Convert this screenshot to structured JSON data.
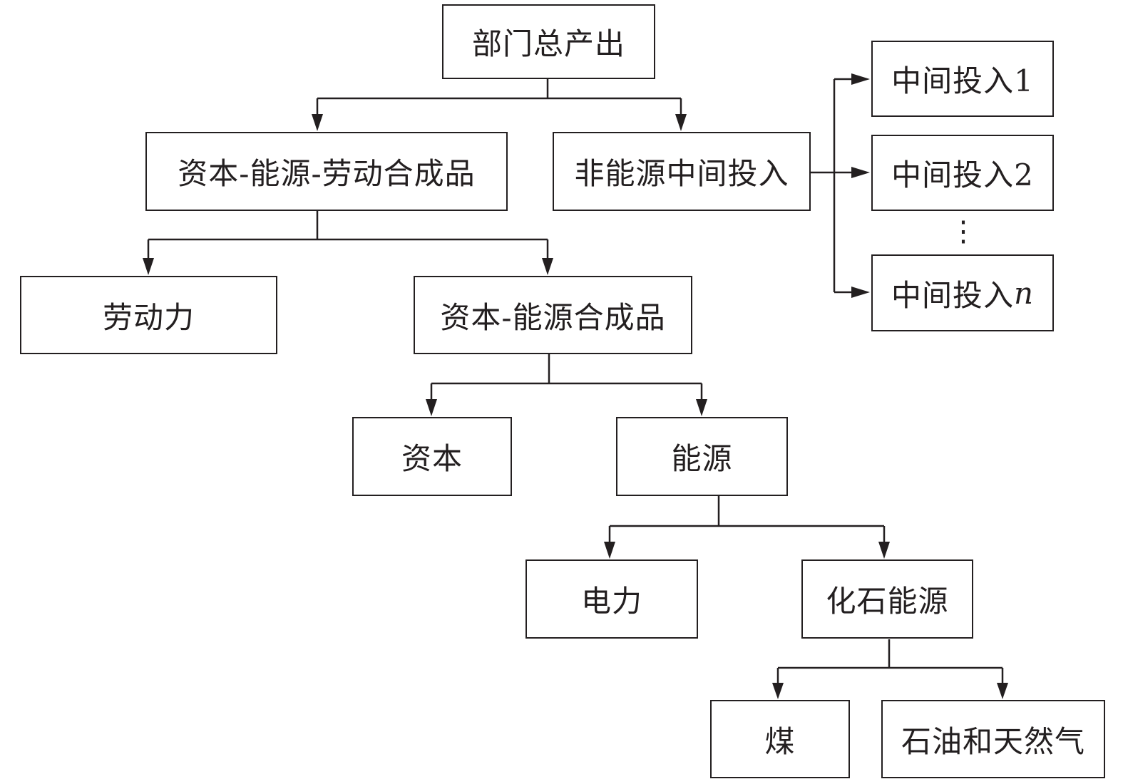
{
  "nodes": {
    "total_output": "部门总产出",
    "kel_composite": "资本-能源-劳动合成品",
    "non_energy_intermediate": "非能源中间投入",
    "labor": "劳动力",
    "ke_composite": "资本-能源合成品",
    "capital": "资本",
    "energy": "能源",
    "electricity": "电力",
    "fossil_energy": "化石能源",
    "coal": "煤",
    "oil_gas": "石油和天然气",
    "intermediate_1": "中间投入1",
    "intermediate_2": "中间投入2",
    "intermediate_n_prefix": "中间投入",
    "intermediate_n_suffix": "n",
    "ellipsis": "⋮"
  },
  "colors": {
    "line": "#231f20",
    "background": "#ffffff"
  }
}
